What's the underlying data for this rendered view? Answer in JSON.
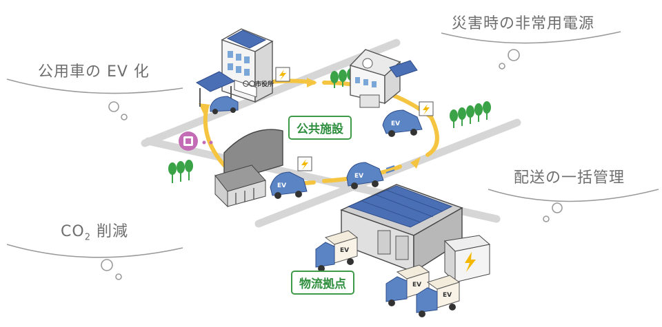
{
  "bubbles": {
    "top_left": "公用車の EV 化",
    "top_right": "災害時の非常用電源",
    "mid_right": "配送の一括管理",
    "bottom_left_prefix": "CO",
    "bottom_left_sub": "2",
    "bottom_left_suffix": " 削減"
  },
  "labels": {
    "public_facilities": "公共施設",
    "logistics_hub": "物流拠点"
  },
  "signs": {
    "city_hall": "〇〇市役所",
    "ev": "EV"
  },
  "colors": {
    "loop": "#f5c542",
    "road": "#d6d6d6",
    "ev_car": "#5b84c4",
    "tree": "#3aa247",
    "tag_border": "#3f9a48",
    "bolt": "#f5b800",
    "emergency": "#c46bb6"
  },
  "icons": [
    "thought-bubble-icon",
    "lightning-bolt-icon",
    "emergency-exit-icon",
    "solar-panel-icon",
    "tree-icon",
    "ev-car-icon",
    "ev-truck-icon"
  ]
}
